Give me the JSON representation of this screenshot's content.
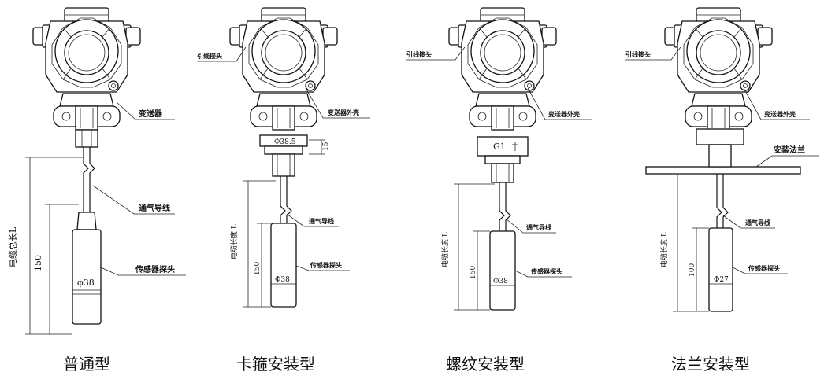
{
  "panels": [
    {
      "caption": "普通型",
      "labels": {
        "transmitter": "变送器",
        "vent_cable": "通气导线",
        "probe": "传感器探头",
        "cable_length": "电缆总长L",
        "dim_150": "150",
        "dim_dia": "φ38"
      }
    },
    {
      "caption": "卡箍安装型",
      "labels": {
        "lead_joint": "引线接头",
        "housing": "变送器外壳",
        "clamp_dia": "Φ38.5",
        "dim_15": "15",
        "vent_cable": "通气导线",
        "probe": "传感器探头",
        "cable_length": "电缆长度 L",
        "dim_150": "150",
        "dim_dia": "Φ38"
      }
    },
    {
      "caption": "螺纹安装型",
      "labels": {
        "lead_joint": "引线接头",
        "housing": "变送器外壳",
        "thread": "G1",
        "vent_cable": "通气导线",
        "probe": "传感器探头",
        "cable_length": "电缆长度 L",
        "dim_150": "150",
        "dim_dia": "Φ38"
      }
    },
    {
      "caption": "法兰安装型",
      "labels": {
        "lead_joint": "引线接头",
        "housing": "变送器外壳",
        "flange": "安装法兰",
        "vent_cable": "通气导线",
        "probe": "传感器探头",
        "cable_length": "电缆长度 L",
        "dim_100": "100",
        "dim_dia": "Φ27"
      }
    }
  ]
}
